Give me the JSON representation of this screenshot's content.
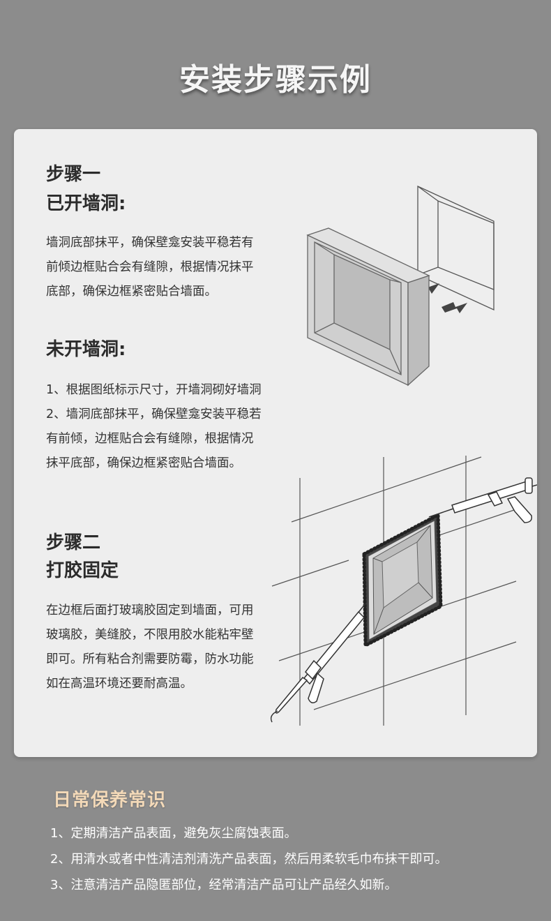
{
  "page_title": "安装步骤示例",
  "step1": {
    "label": "步骤一",
    "subtitle": "已开墙洞:",
    "text_lines": [
      "墙洞底部抹平，确保壁龛安装平稳若有",
      "前倾边框贴合会有缝隙，根据情况抹平",
      "底部，确保边框紧密贴合墙面。"
    ]
  },
  "no_hole": {
    "subtitle": "未开墙洞:",
    "text_lines": [
      "1、根据图纸标示尺寸，开墙洞砌好墙洞",
      "2、墙洞底部抹平，确保壁龛安装平稳若",
      "有前倾，边框贴合会有缝隙，根据情况",
      "抹平底部，确保边框紧密贴合墙面。"
    ]
  },
  "step2": {
    "label": "步骤二",
    "subtitle": "打胶固定",
    "text_lines": [
      "在边框后面打玻璃胶固定到墙面，可用",
      "玻璃胶，美缝胶，不限用胶水能粘牢壁",
      "即可。所有粘合剂需要防霉，防水功能",
      "如在高温环境还要耐高温。"
    ]
  },
  "care": {
    "title": "日常保养常识",
    "items": [
      "1、定期清洁产品表面，避免灰尘腐蚀表面。",
      "2、用清水或者中性清洁剂清洗产品表面，然后用柔软毛巾布抹干即可。",
      "3、注意清洁产品隐匿部位，经常清洁产品可让产品经久如新。"
    ]
  },
  "colors": {
    "background": "#8c8c8c",
    "card": "#eeeeee",
    "care_title": "#f3d9b8"
  }
}
